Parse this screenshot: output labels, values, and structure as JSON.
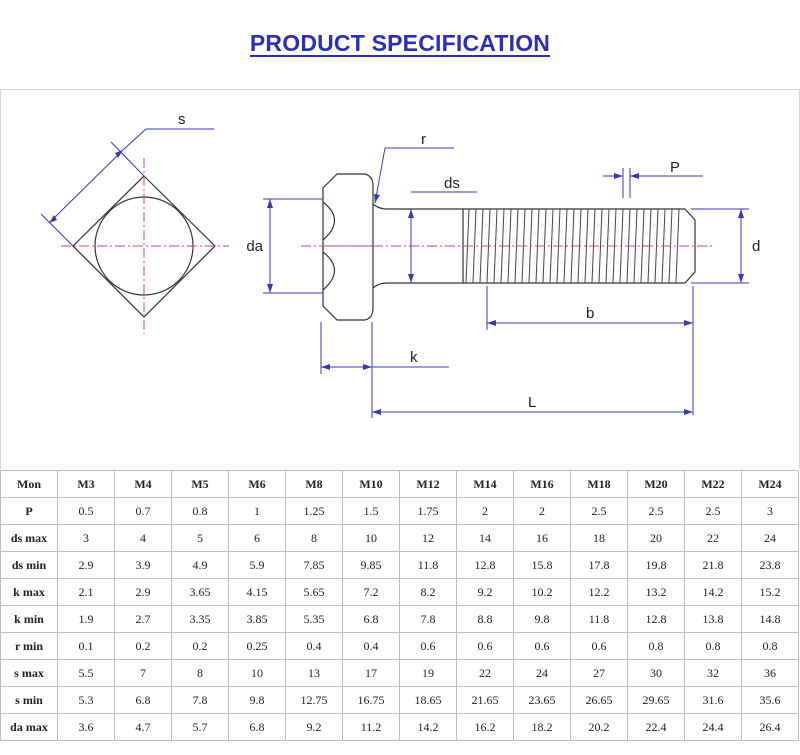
{
  "title": "PRODUCT SPECIFICATION",
  "drawing": {
    "labels": {
      "s": "s",
      "r": "r",
      "ds": "ds",
      "p": "P",
      "da": "da",
      "d": "d",
      "b": "b",
      "k": "k",
      "l": "L"
    },
    "colors": {
      "outline": "#333333",
      "dimension": "#3a3ab0",
      "centerline": "#e0389a"
    }
  },
  "table": {
    "header": [
      "Mon",
      "M3",
      "M4",
      "M5",
      "M6",
      "M8",
      "M10",
      "M12",
      "M14",
      "M16",
      "M18",
      "M20",
      "M22",
      "M24"
    ],
    "rows": [
      {
        "label": "P",
        "values": [
          "0.5",
          "0.7",
          "0.8",
          "1",
          "1.25",
          "1.5",
          "1.75",
          "2",
          "2",
          "2.5",
          "2.5",
          "2.5",
          "3"
        ]
      },
      {
        "label": "ds max",
        "values": [
          "3",
          "4",
          "5",
          "6",
          "8",
          "10",
          "12",
          "14",
          "16",
          "18",
          "20",
          "22",
          "24"
        ]
      },
      {
        "label": "ds min",
        "values": [
          "2.9",
          "3.9",
          "4.9",
          "5.9",
          "7.85",
          "9.85",
          "11.8",
          "12.8",
          "15.8",
          "17.8",
          "19.8",
          "21.8",
          "23.8"
        ]
      },
      {
        "label": "k max",
        "values": [
          "2.1",
          "2.9",
          "3.65",
          "4.15",
          "5.65",
          "7.2",
          "8.2",
          "9.2",
          "10.2",
          "12.2",
          "13.2",
          "14.2",
          "15.2"
        ]
      },
      {
        "label": "k min",
        "values": [
          "1.9",
          "2.7",
          "3.35",
          "3.85",
          "5.35",
          "6.8",
          "7.8",
          "8.8",
          "9.8",
          "11.8",
          "12.8",
          "13.8",
          "14.8"
        ]
      },
      {
        "label": "r min",
        "values": [
          "0.1",
          "0.2",
          "0.2",
          "0.25",
          "0.4",
          "0.4",
          "0.6",
          "0.6",
          "0.6",
          "0.6",
          "0.8",
          "0.8",
          "0.8"
        ]
      },
      {
        "label": "s max",
        "values": [
          "5.5",
          "7",
          "8",
          "10",
          "13",
          "17",
          "19",
          "22",
          "24",
          "27",
          "30",
          "32",
          "36"
        ]
      },
      {
        "label": "s min",
        "values": [
          "5.3",
          "6.8",
          "7.8",
          "9.8",
          "12.75",
          "16.75",
          "18.65",
          "21.65",
          "23.65",
          "26.65",
          "29.65",
          "31.6",
          "35.6"
        ]
      },
      {
        "label": "da max",
        "values": [
          "3.6",
          "4.7",
          "5.7",
          "6.8",
          "9.2",
          "11.2",
          "14.2",
          "16.2",
          "18.2",
          "20.2",
          "22.4",
          "24.4",
          "26.4"
        ]
      }
    ]
  }
}
